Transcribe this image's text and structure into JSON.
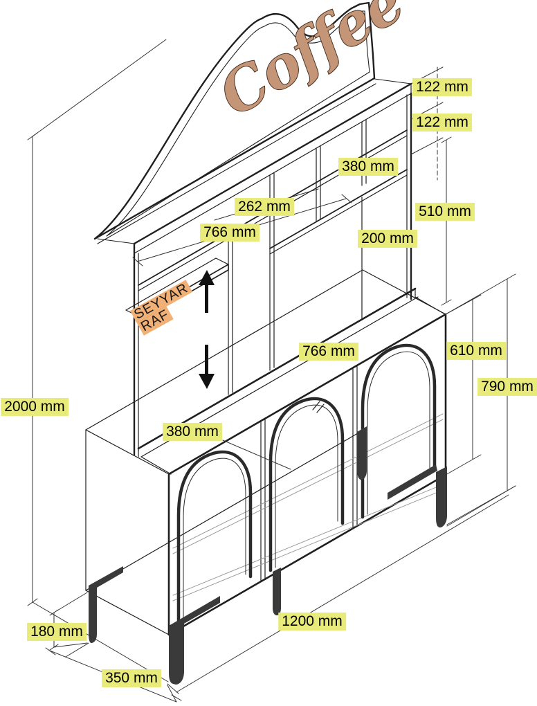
{
  "diagram": {
    "type": "furniture-dimension-drawing",
    "product_signage": "Coffee",
    "movable_shelf": {
      "line1": "SEYYAR",
      "line2": "RAF"
    },
    "colors": {
      "dimension_highlight": "#e8ea7a",
      "movable_shelf_highlight": "#f1b176",
      "signage_text": "#c49577",
      "line": "#1f1f1f"
    },
    "dimensions": {
      "top_shelf_gap_1": "122 mm",
      "top_shelf_gap_2": "122 mm",
      "upper_right_compartment": "380 mm",
      "middle_compartment_width": "262 mm",
      "hutch_inner_width": "766 mm",
      "upper_section_height": "510 mm",
      "right_compartment_depth": "200 mm",
      "lower_inner_width": "766 mm",
      "cabinet_body_height": "610 mm",
      "cabinet_total_height": "790 mm",
      "counter_depth": "380 mm",
      "overall_height": "2000 mm",
      "leg_height": "180 mm",
      "overall_width": "1200 mm",
      "overall_depth": "350 mm"
    }
  }
}
